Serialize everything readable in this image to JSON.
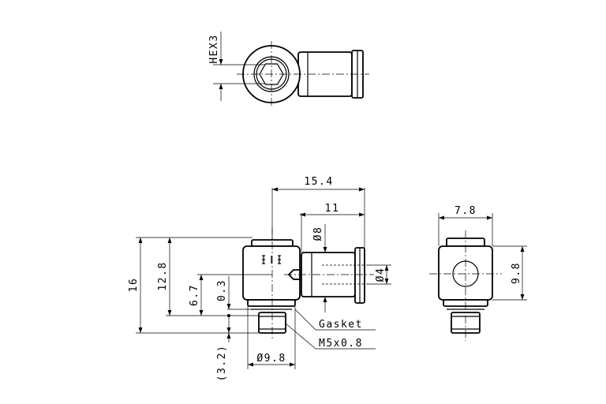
{
  "top_view": {
    "hex": "HEX3"
  },
  "front_view": {
    "dims": {
      "overall_length": "15.4",
      "tube_length": "11",
      "tube_od": "Ø8",
      "bore": "Ø4",
      "height": "16",
      "body_height": "12.8",
      "axis_height": "6.7",
      "gasket_gap": "0.3",
      "thread_len": "(3.2)",
      "body_dia": "Ø9.8"
    },
    "callouts": {
      "gasket": "Gasket",
      "thread": "M5x0.8"
    }
  },
  "side_view": {
    "dims": {
      "width": "7.8",
      "body_height": "9.8"
    }
  }
}
